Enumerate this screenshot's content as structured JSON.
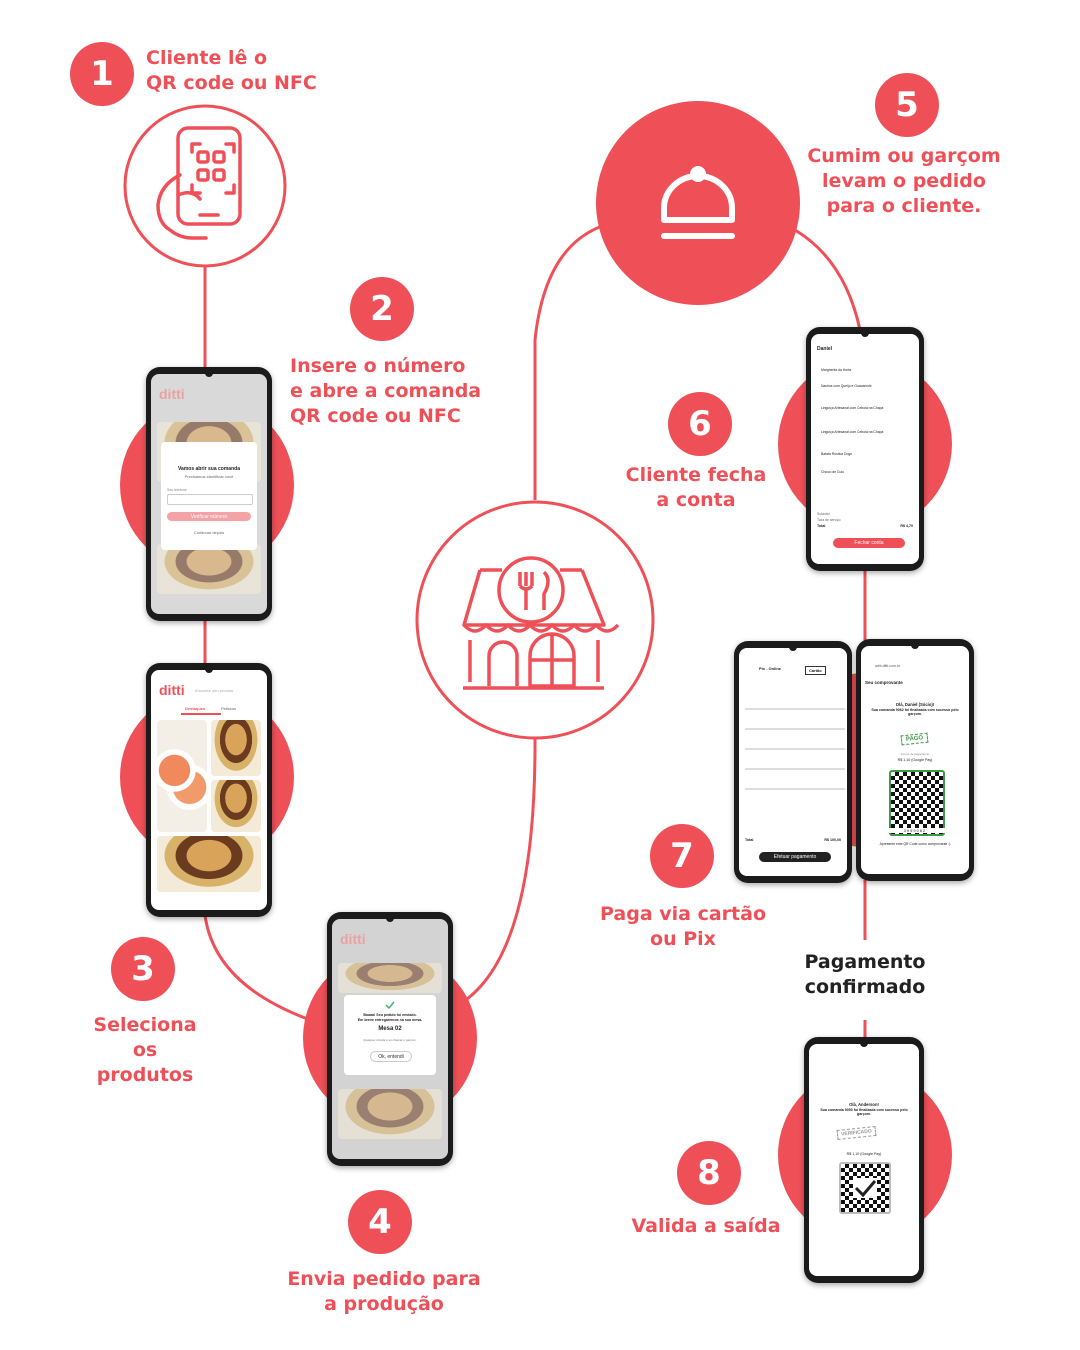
{
  "colors": {
    "accent": "#EF5058",
    "text_dark": "#222222"
  },
  "steps": [
    {
      "num": "1",
      "caption": "Cliente lê o\nQR code ou NFC"
    },
    {
      "num": "2",
      "caption": "Insere o número\ne abre a comanda\nQR code ou NFC"
    },
    {
      "num": "3",
      "caption": "Seleciona os\nprodutos"
    },
    {
      "num": "4",
      "caption": "Envia pedido para\na produção"
    },
    {
      "num": "5",
      "caption": "Cumim ou garçom\nlevam o pedido\npara o cliente."
    },
    {
      "num": "6",
      "caption": "Cliente fecha\na conta"
    },
    {
      "num": "7",
      "caption": "Paga via cartão\nou Pix"
    },
    {
      "num": "8",
      "caption": "Valida a saída"
    }
  ],
  "payment_confirmed": "Pagamento\nconfirmado",
  "icons": [
    "phone-qr-icon",
    "cloche-icon",
    "restaurant-storefront-icon"
  ],
  "screens": {
    "phone2": {
      "brand": "ditti",
      "modal_title": "Vamos abrir sua comanda",
      "modal_sub": "Precisamos identificar você",
      "field_label": "Seu telefone",
      "button": "Verificar número",
      "later": "Continuar depois"
    },
    "phone3": {
      "brand": "ditti",
      "search": "Encontre seu produto",
      "tab1": "Destaques",
      "tab2": "Petiscos"
    },
    "phone4": {
      "brand": "ditti",
      "line1": "Boaaa! Seu pedido foi enviado.",
      "line2": "Em breve entregaremos na sua mesa.",
      "table": "Mesa 02",
      "line3": "Qualquer dúvida é só chamar o garçom.",
      "ok": "Ok, entendi"
    },
    "phone6": {
      "name": "Daniel",
      "items": [
        "Margherita da Horta",
        "Nachos com Queijo e Guacamole",
        "Linguiça Artesanal com Cebola na Chapa",
        "Linguiça Artesanal com Cebola na Chapa",
        "Batata Rústica Dogo",
        "Chicco de Cuiu"
      ],
      "subtotal": "Subtotal",
      "service": "Taxa de serviço",
      "total": "Total",
      "total_value": "R$ 4,70",
      "button": "Fechar conta"
    },
    "phone7a": {
      "tab1": "Pix - Online",
      "tab2": "Cartão",
      "button": "Efetuar pagamento",
      "total": "Total",
      "total_value": "R$ 100,00"
    },
    "phone7b": {
      "url": "web.ditti.com.br",
      "header": "Seu comprovante",
      "greet": "Olá, Daniel (Sócio)!",
      "msg": "Sua comanda 9062 foi finalizada com sucesso pelo garçom.",
      "stamp": "PAGO",
      "method": "Forma de pagamento",
      "amount": "R$ 1,10 (Google Pay)",
      "code": "3999062",
      "note": "Apresente este QR Code como comprovante :)"
    },
    "phone8": {
      "greet": "Olá, Anderson!",
      "msg": "Sua comanda 9050 foi finalizada com sucesso pelo garçom.",
      "stamp": "VERIFICADO",
      "amount": "R$ 1,10 (Google Pay)"
    }
  }
}
